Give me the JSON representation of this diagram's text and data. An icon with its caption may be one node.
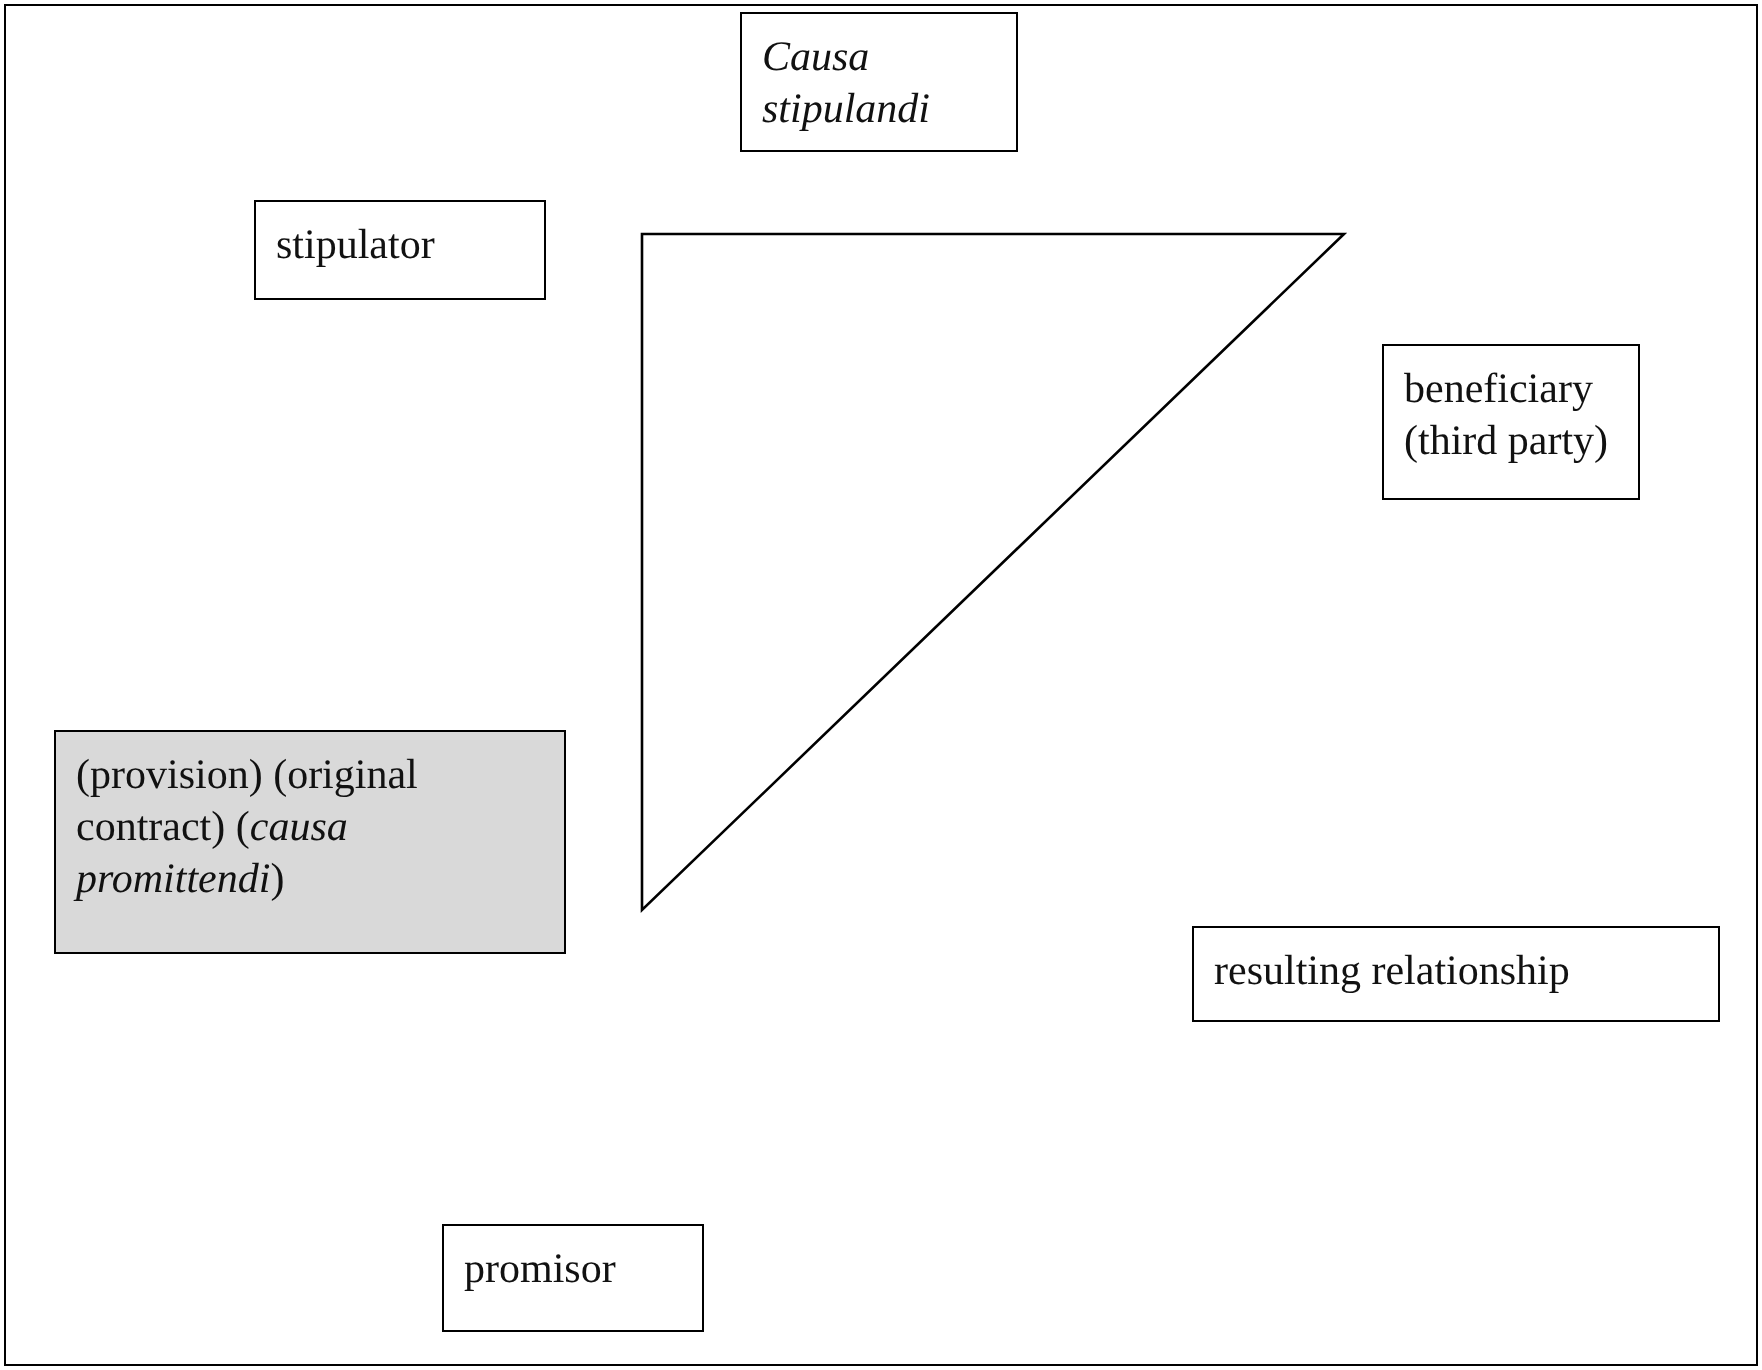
{
  "diagram": {
    "nodes": [
      {
        "text": [
          "Causa stipulandi"
        ]
      },
      {
        "text": [
          "stipulator"
        ]
      },
      {
        "text": [
          "beneficiary (third party)"
        ]
      },
      {
        "text": [
          "(provision) (original contract) (*causa promittendi*)"
        ]
      },
      {
        "text": [
          "resulting relationship"
        ]
      },
      {
        "text": [
          "promisor"
        ]
      }
    ],
    "edges": []
  }
}
